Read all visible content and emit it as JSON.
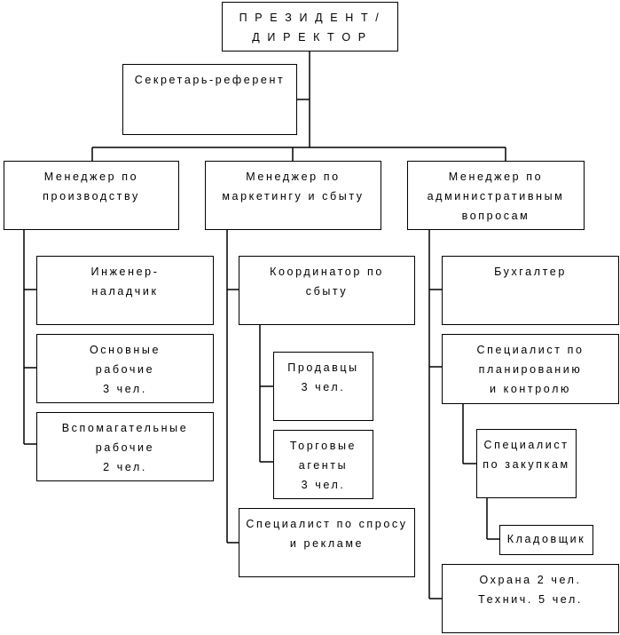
{
  "chart": {
    "president": "П Р Е З И Д Е Н Т /\nД И Р Е К Т О Р",
    "secretary": "Секретарь-референт",
    "mgr_production": "Менеджер по\nпроизводству",
    "mgr_marketing": "Менеджер по\nмаркетингу и сбыту",
    "mgr_admin": "Менеджер по\nадминистративным\nвопросам",
    "engineer": "Инженер-\nналадчик",
    "main_workers": "Основные\nрабочие\n3 чел.",
    "aux_workers": "Вспомагательные\nрабочие\n2 чел.",
    "sales_coordinator": "Координатор по\nсбыту",
    "sellers": "Продавцы\n3 чел.",
    "trade_agents": "Торговые\nагенты\n3 чел.",
    "demand_specialist": "Специалист по спросу\nи рекламе",
    "accountant": "Бухгалтер",
    "planning_specialist": "Специалист по\nпланированию\nи контролю",
    "purchasing_specialist": "Специалист\nпо закупкам",
    "storekeeper": "Кладовщик",
    "security": "Охрана 2 чел.\nТехнич. 5 чел."
  }
}
